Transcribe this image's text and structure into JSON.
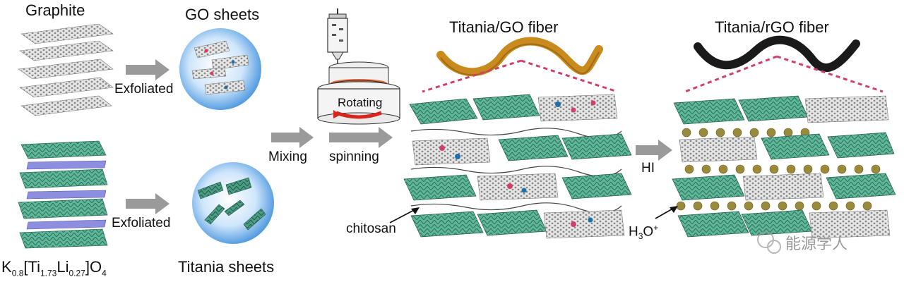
{
  "labels": {
    "graphite": "Graphite",
    "go_sheets": "GO sheets",
    "exfoliated_top": "Exfoliated",
    "exfoliated_bottom": "Exfoliated",
    "titania_sheets": "Titania sheets",
    "mixing": "Mixing",
    "spinning": "spinning",
    "rotating": "Rotating",
    "titania_go_fiber": "Titania/GO fiber",
    "titania_rgo_fiber": "Titania/rGO fiber",
    "chitosan": "chitosan",
    "hi": "HI",
    "h3o_base": "H",
    "h3o_sub": "3",
    "h3o_o": "O",
    "h3o_sup": "+",
    "formula": {
      "k": "K",
      "k_sub": "0.8",
      "ti_open": "[Ti",
      "ti_sub": "1.73",
      "li": "Li",
      "li_sub": "0.27",
      "close": "]O",
      "o_sub": "4"
    },
    "watermark": "能源学人"
  },
  "colors": {
    "titania": "#4fa58c",
    "graphene": "#b8b8b8",
    "go_fiber": "#c98a1e",
    "rgo_fiber": "#1a1a1a",
    "dashed_line": "#d0406a",
    "arrow": "#9a9a9a",
    "sphere": "#5aa6e6",
    "particle": "#9a8a3c",
    "liquid": "#e8541c"
  }
}
